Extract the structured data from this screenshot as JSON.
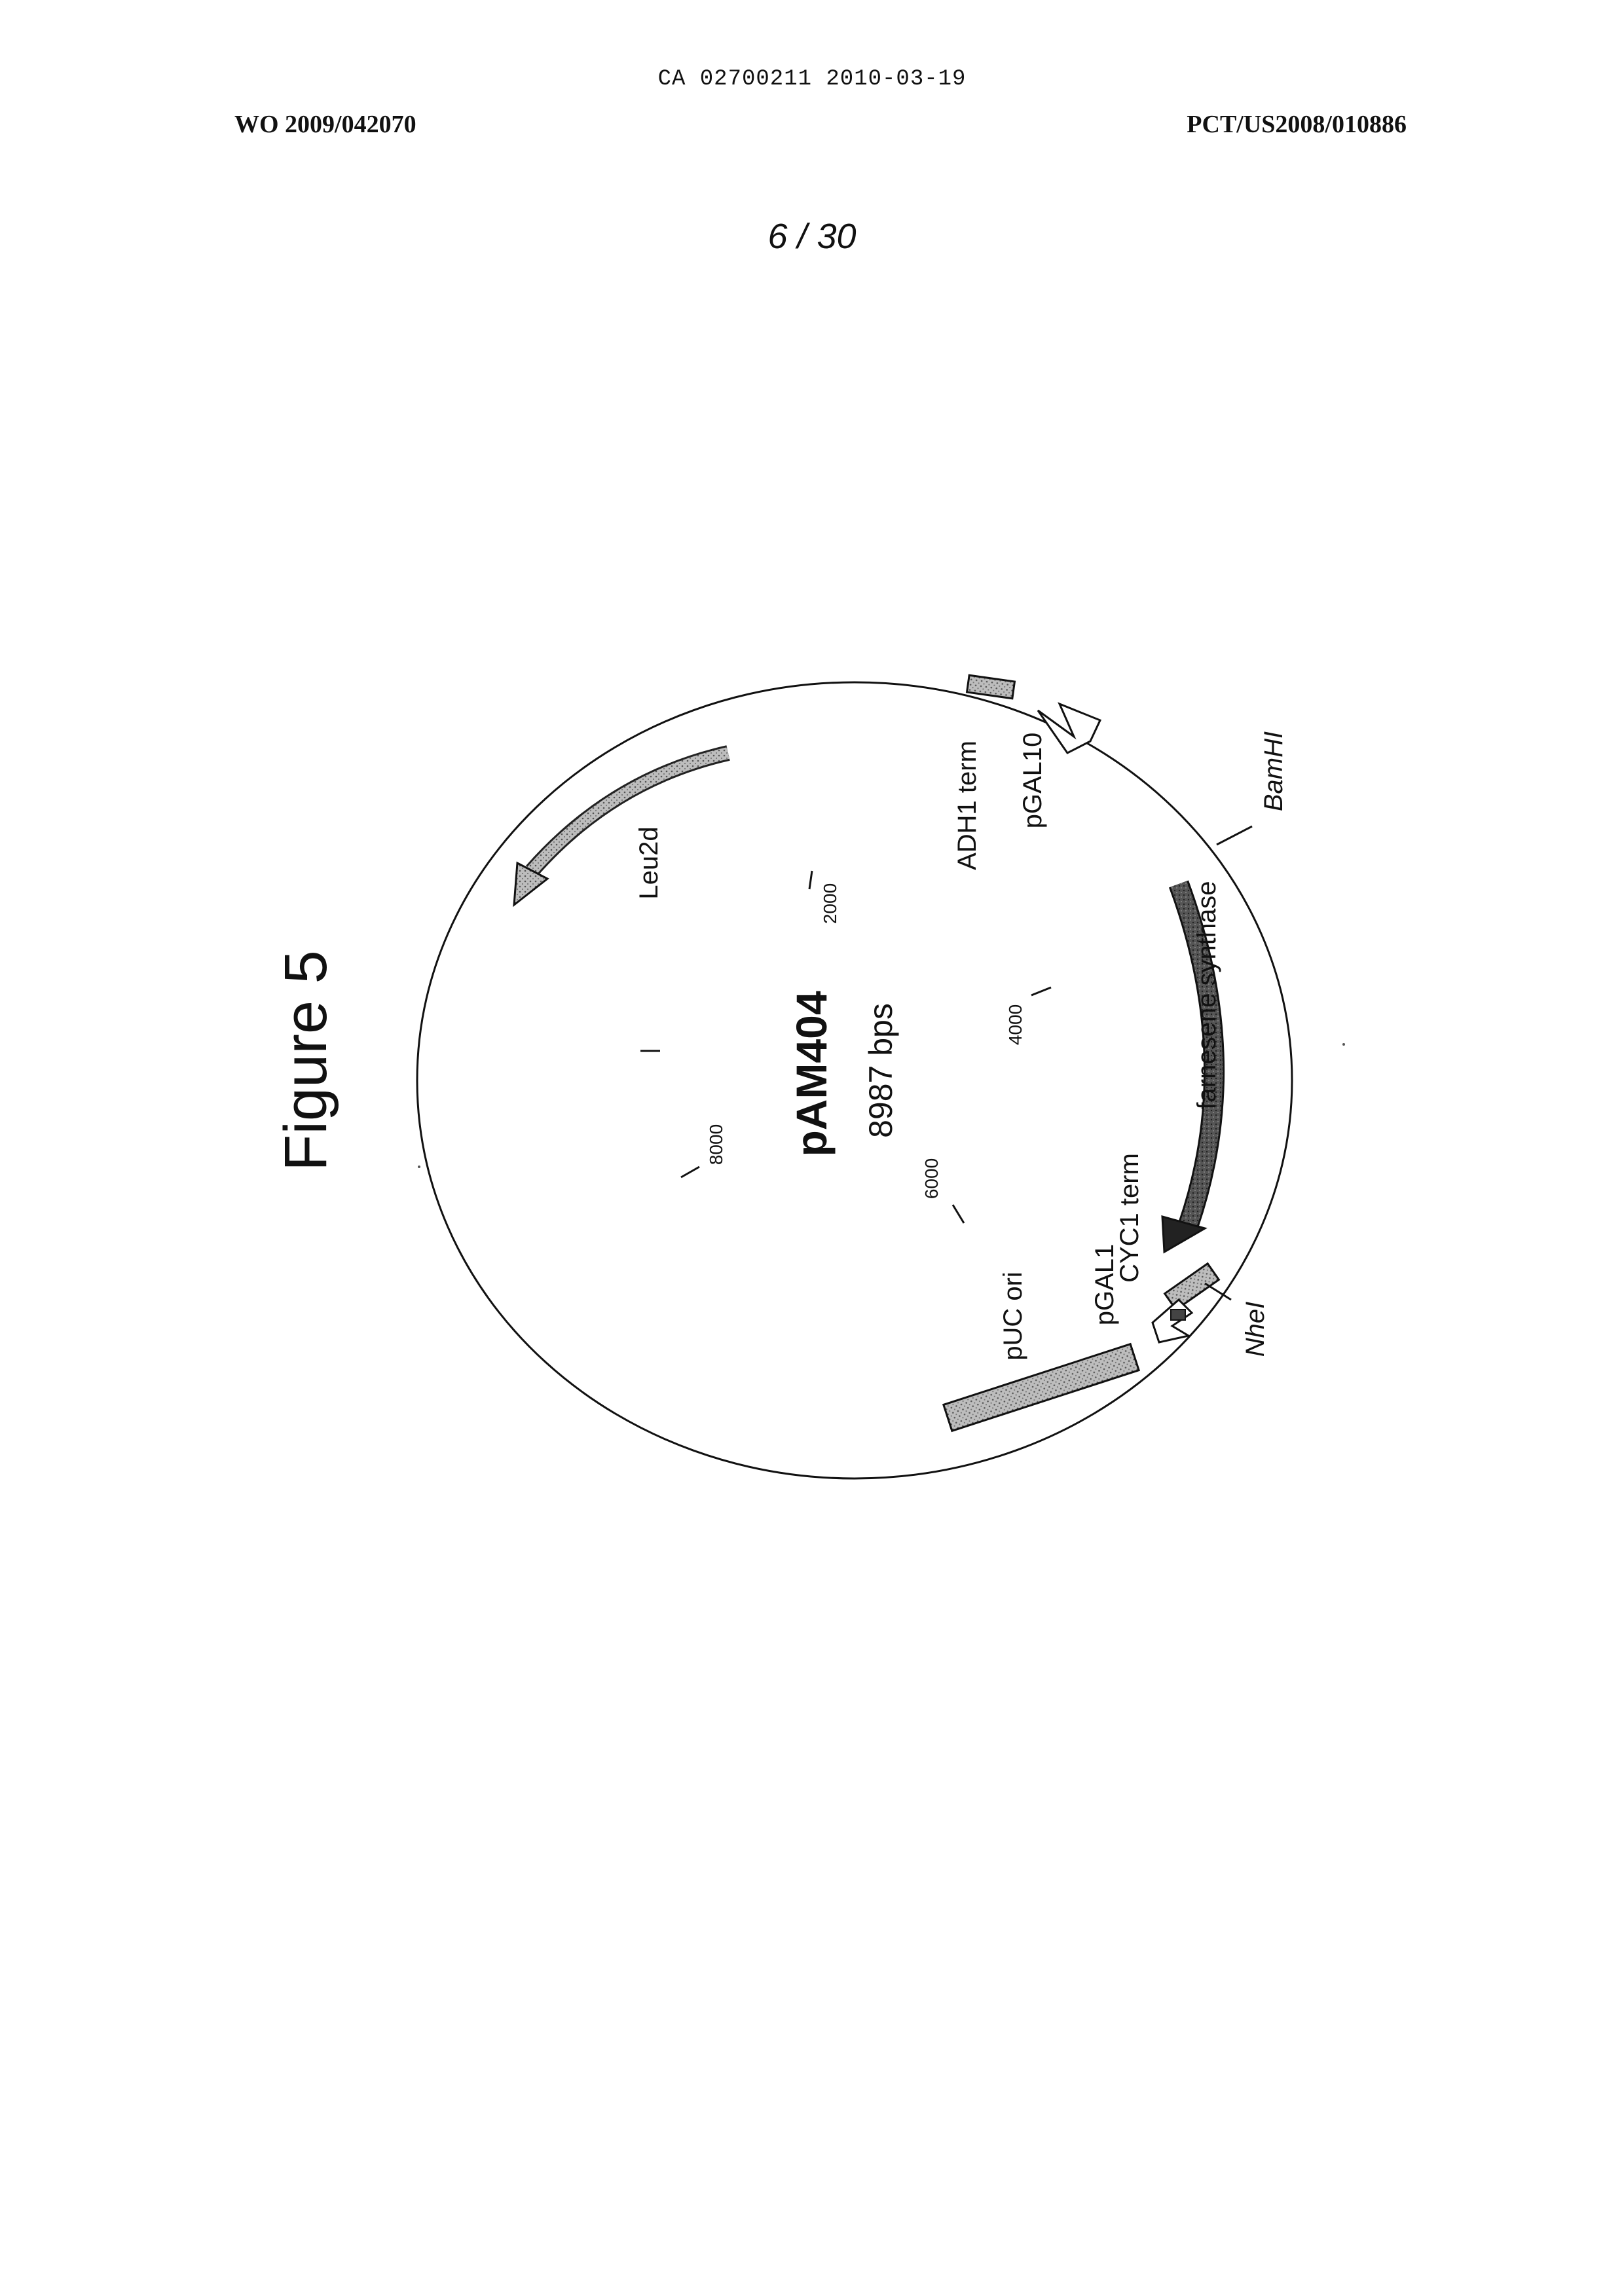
{
  "header": {
    "top_line": "CA 02700211 2010-03-19",
    "left": "WO 2009/042070",
    "right": "PCT/US2008/010886",
    "sheet": "6 / 30"
  },
  "figure": {
    "title": "Figure 5",
    "plasmid_name": "pAM404",
    "plasmid_size": "8987 bps",
    "total_bp": 8987,
    "tick_labels": [
      "2000",
      "4000",
      "6000",
      "8000"
    ],
    "features": {
      "leu2d": "Leu2d",
      "adh1_term": "ADH1 term",
      "pgal10": "pGAL10",
      "bamhi": "BamHI",
      "farnesene_synthase": "farnesene synthase",
      "cyc1_term": "CYC1 term",
      "pgal1": "pGAL1",
      "nhei": "NheI",
      "puc_ori": "pUC ori"
    },
    "colors": {
      "ink": "#111111",
      "fill_dark": "#555555",
      "fill_light": "#bdbdbd"
    }
  }
}
